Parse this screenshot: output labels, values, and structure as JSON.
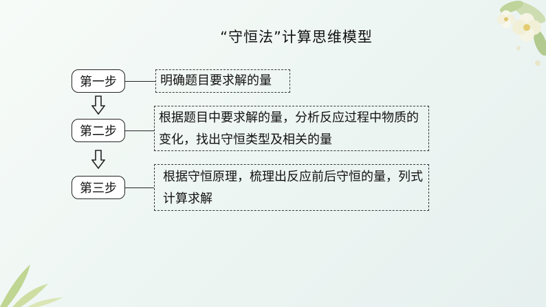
{
  "title": "“守恒法”计算思维模型",
  "steps": [
    {
      "label": "第一步",
      "text": "明确题目要求解的量"
    },
    {
      "label": "第二步",
      "text": "根据题目中要求解的量，分析反应过程中物质的变化，找出守恒类型及相关的量"
    },
    {
      "label": "第三步",
      "text": "根据守恒原理，梳理出反应前后守恒的量，列式计算求解"
    }
  ],
  "colors": {
    "line": "#222222",
    "background": "#eef6f3"
  }
}
